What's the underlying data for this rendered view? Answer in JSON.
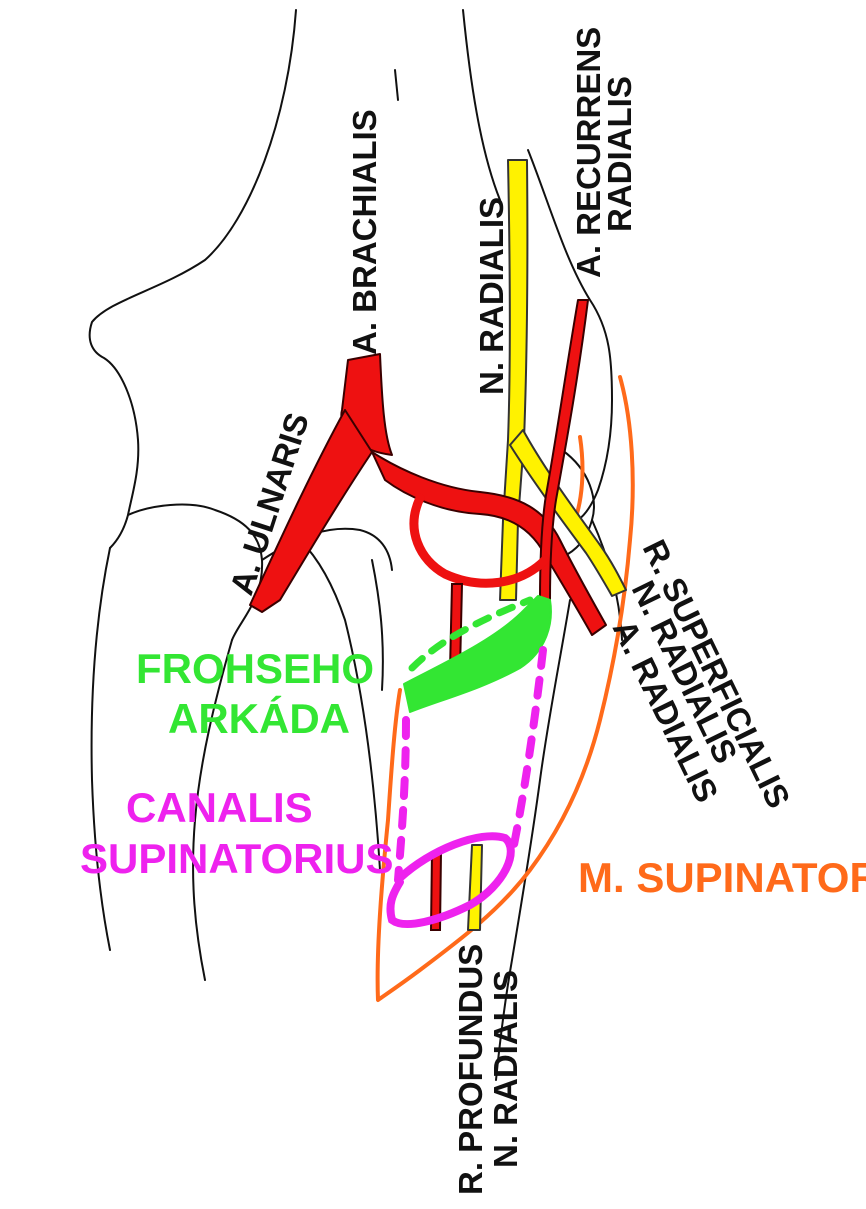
{
  "colors": {
    "artery": "#ee1111",
    "artery_edge": "#3a0000",
    "nerve": "#fff200",
    "nerve_edge": "#333333",
    "arcade": "#33e633",
    "canal": "#ee22ee",
    "supinator": "#ff6a1a",
    "outline": "#111111"
  },
  "labels": {
    "a_brachialis": "A. BRACHIALIS",
    "a_ulnaris": "A. ULNARIS",
    "n_radialis": "N. RADIALIS",
    "a_recurrens_l1": "A. RECURRENS",
    "a_recurrens_l2": "RADIALIS",
    "r_superficialis_l1": "R. SUPERFICIALIS",
    "r_superficialis_l2": "N. RADIALIS",
    "a_radialis": "A. RADIALIS",
    "frohse_l1": "FROHSEHO",
    "frohse_l2": "ARKÁDA",
    "canalis_l1": "CANALIS",
    "canalis_l2": "SUPINATORIUS",
    "m_supinator": "M. SUPINATOR",
    "r_profundus_l1": "R. PROFUNDUS",
    "r_profundus_l2": "N. RADIALIS"
  }
}
